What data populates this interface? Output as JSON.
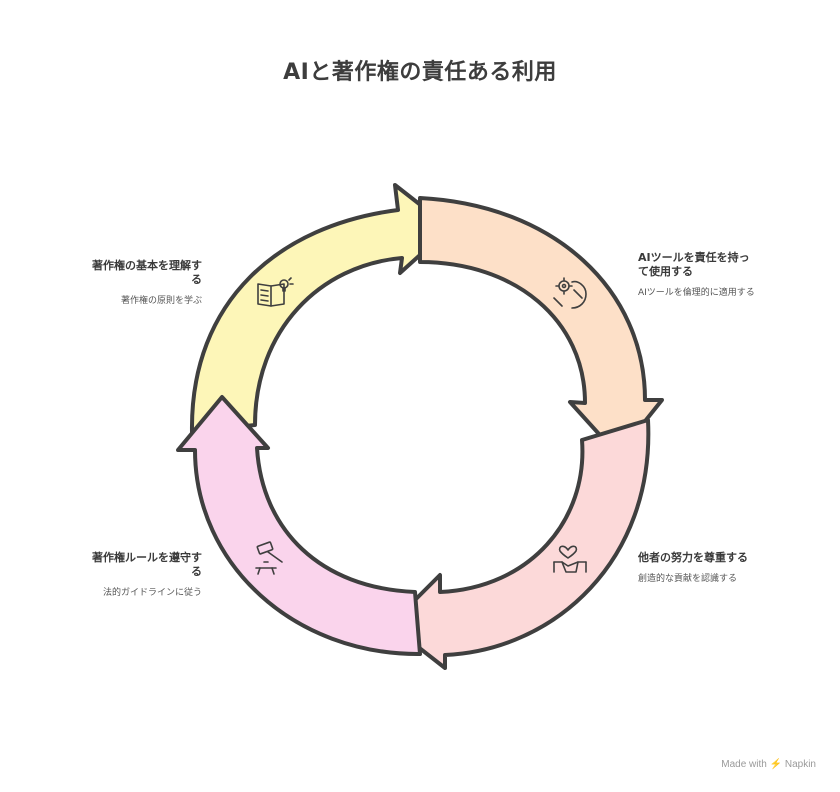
{
  "title": "AIと著作権の責任ある利用",
  "colors": {
    "yellow": "#fdf6b8",
    "peach": "#fde0c8",
    "pink": "#fcd9d9",
    "magenta": "#fad4ec",
    "stroke": "#3f3f3f"
  },
  "steps": [
    {
      "heading": "著作権の基本を理解する",
      "description": "著作権の原則を学ぶ",
      "icon": "book-lightbulb-icon"
    },
    {
      "heading": "AIツールを責任を持って使用する",
      "description": "AIツールを倫理的に適用する",
      "icon": "hand-gear-icon"
    },
    {
      "heading": "他者の努力を尊重する",
      "description": "創造的な貢献を認識する",
      "icon": "hand-heart-icon"
    },
    {
      "heading": "著作権ルールを遵守する",
      "description": "法的ガイドラインに従う",
      "icon": "gavel-icon"
    }
  ],
  "credit": {
    "made_with": "Made with",
    "brand": "Napkin"
  }
}
